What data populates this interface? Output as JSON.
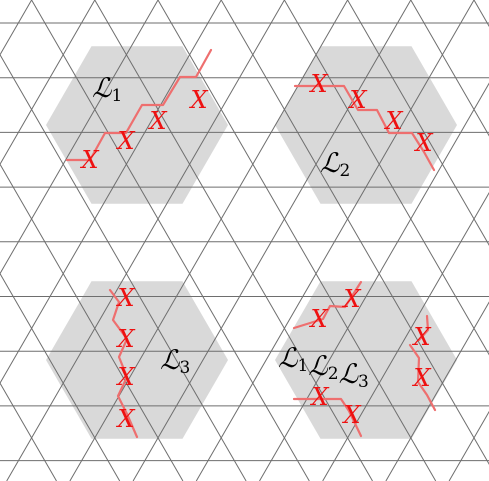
{
  "figure": {
    "colors": {
      "lattice": "#6e6e6e",
      "region": "#d9d9d9",
      "string": "#ee6f6f",
      "x_mark": "#ee1111",
      "label": "#000000"
    },
    "x_mark_text": "X",
    "panels": [
      {
        "id": "L1",
        "labels": [
          {
            "script": "ℒ",
            "sub": "1"
          }
        ],
        "x_count": 4
      },
      {
        "id": "L2",
        "labels": [
          {
            "script": "ℒ",
            "sub": "2"
          }
        ],
        "x_count": 4
      },
      {
        "id": "L3",
        "labels": [
          {
            "script": "ℒ",
            "sub": "3"
          }
        ],
        "x_count": 4
      },
      {
        "id": "L1L2L3",
        "labels": [
          {
            "script": "ℒ",
            "sub": "1"
          },
          {
            "script": "ℒ",
            "sub": "2"
          },
          {
            "script": "ℒ",
            "sub": "3"
          }
        ],
        "x_count": 6
      }
    ]
  }
}
